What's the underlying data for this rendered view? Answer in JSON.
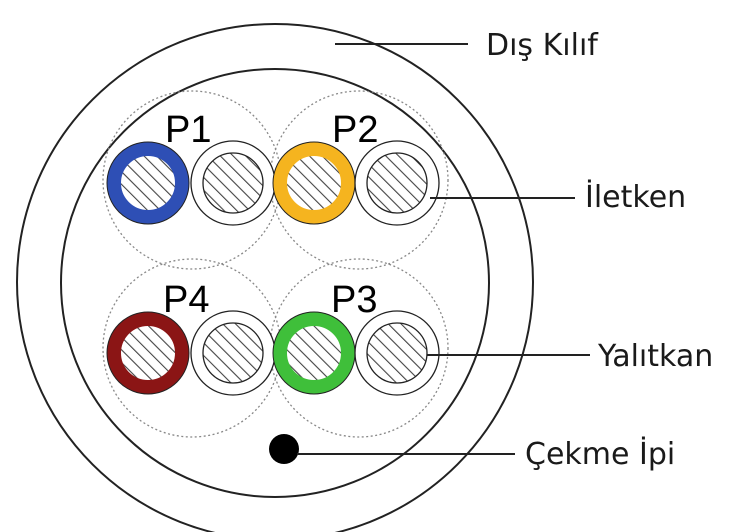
{
  "labels": {
    "outer_sheath": "Dış Kılıf",
    "conductor": "İletken",
    "insulation": "Yalıtkan",
    "rip_cord": "Çekme İpi"
  },
  "pairs": [
    {
      "label": "P1",
      "color": "#2e4fb5"
    },
    {
      "label": "P2",
      "color": "#f5b41f"
    },
    {
      "label": "P3",
      "color": "#3fbf3a"
    },
    {
      "label": "P4",
      "color": "#8b1515"
    }
  ],
  "colors": {
    "line": "#222222",
    "white_insulation": "#ffffff",
    "hatch": "#444444",
    "rip_cord": "#000000"
  }
}
